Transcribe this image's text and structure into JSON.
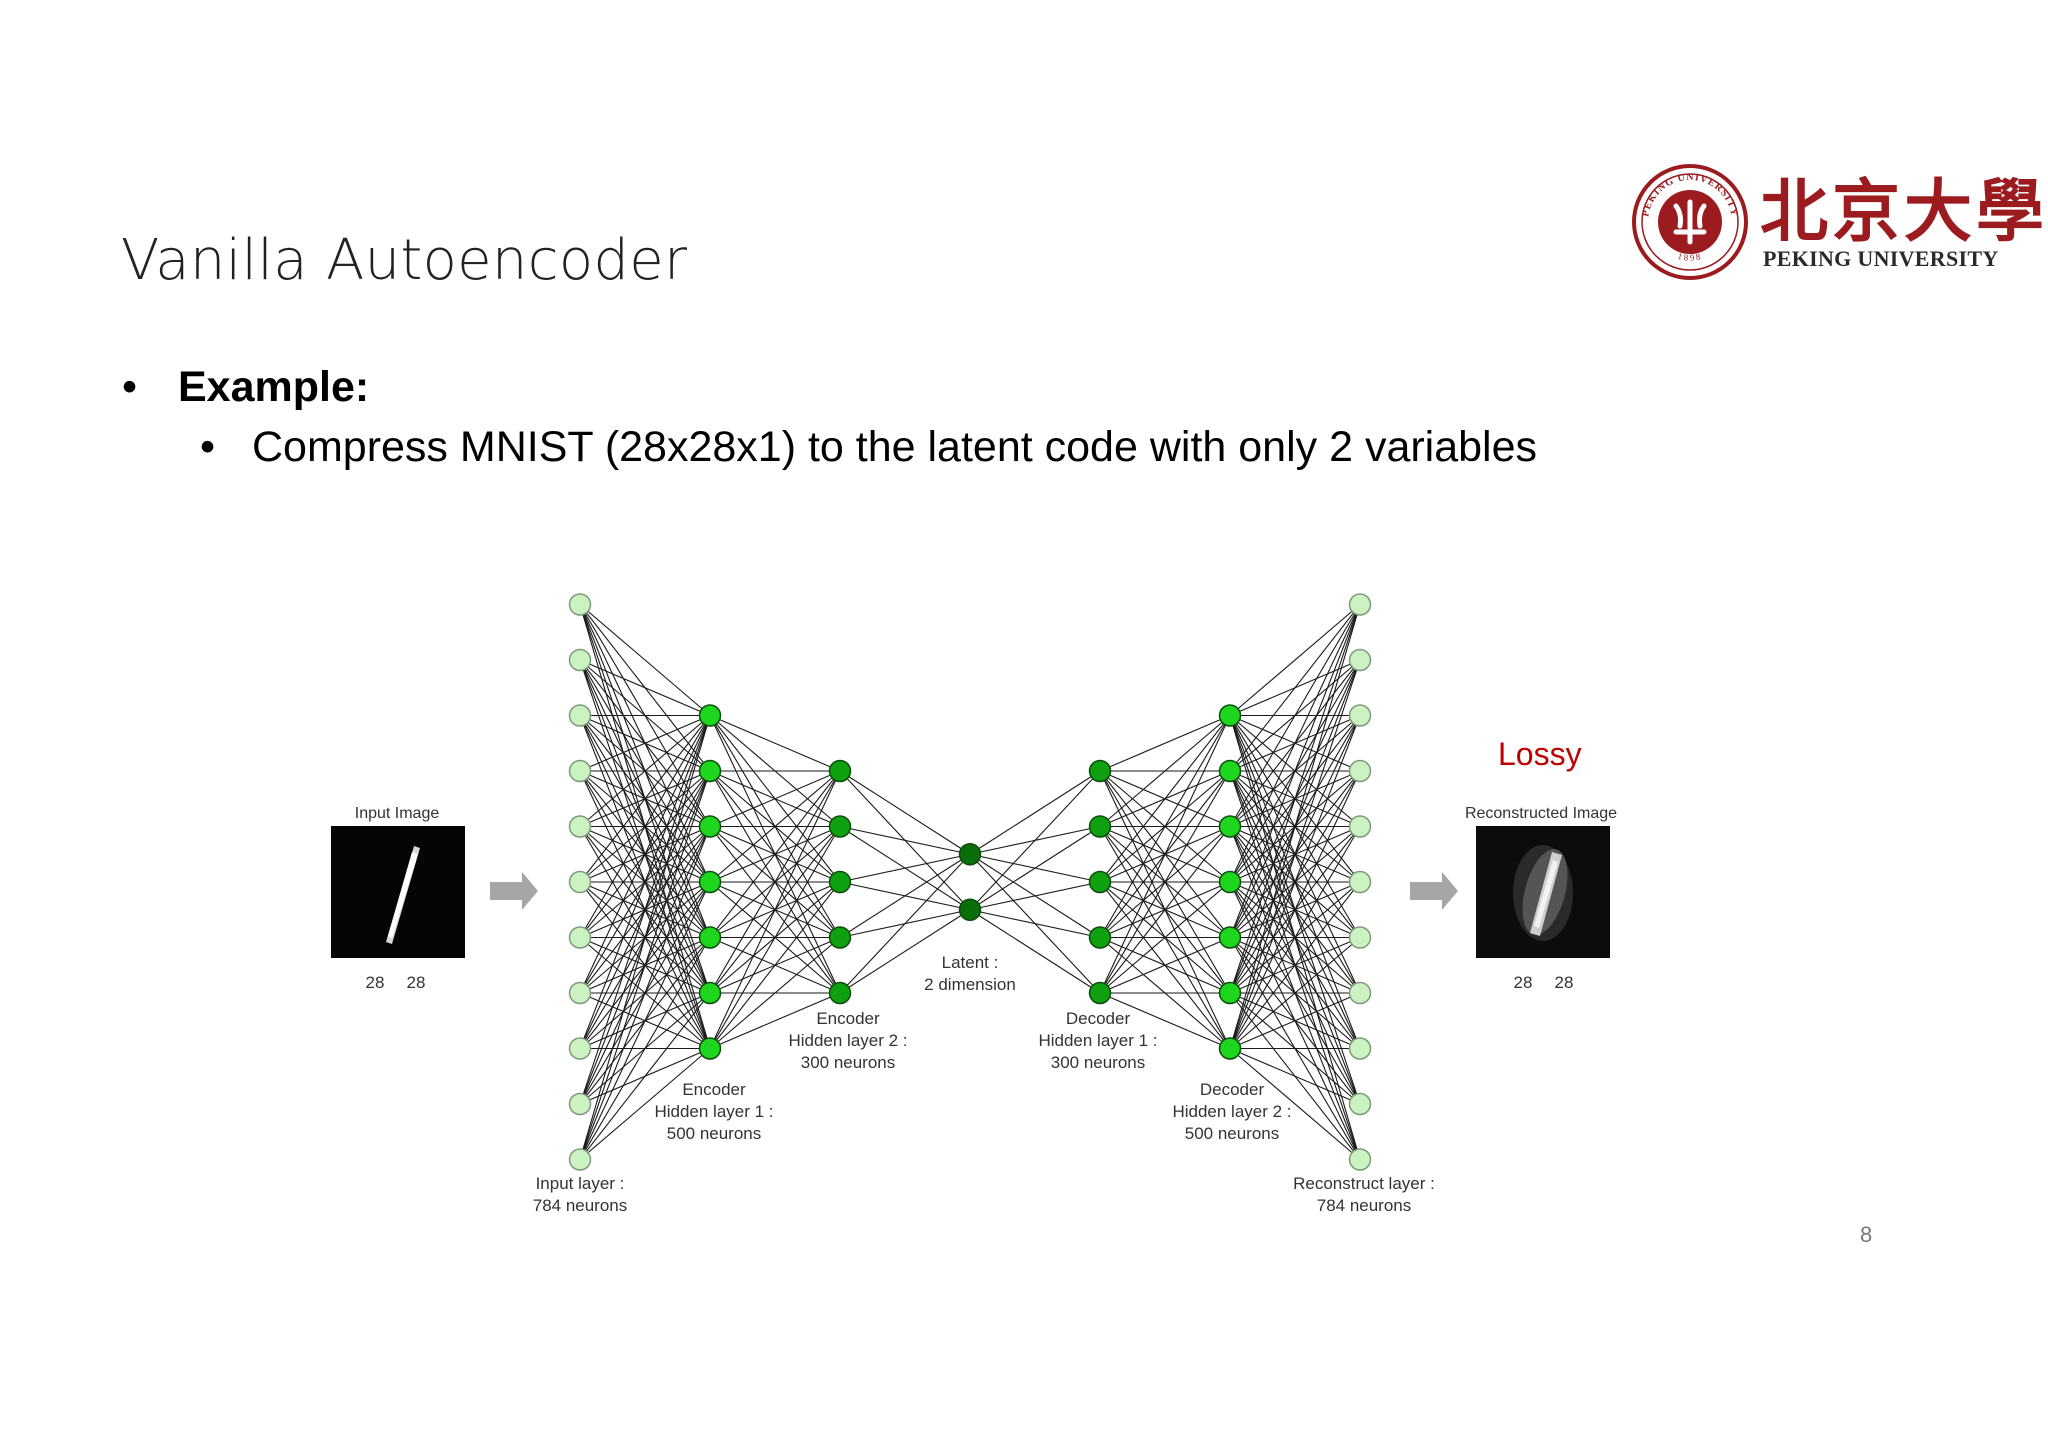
{
  "slide": {
    "title": "Vanilla Autoencoder",
    "bullet_main": "Example:",
    "bullet_sub": "Compress MNIST (28x28x1) to the latent code with only 2 variables",
    "bullet_glyph": "•",
    "page_number": "8"
  },
  "logo": {
    "chinese_name": "北京大學",
    "english_name": "PEKING UNIVERSITY",
    "seal_text": "PEKING UNIVERSITY",
    "seal_year": "1898",
    "brand_color": "#9b1b1e"
  },
  "diagram": {
    "input_image": {
      "title": "Input Image",
      "dim_a": "28",
      "dim_b": "28"
    },
    "output_image": {
      "title": "Reconstructed Image",
      "dim_a": "28",
      "dim_b": "28",
      "note": "Lossy"
    },
    "layers": [
      {
        "id": "input",
        "lines": [
          "Input layer :",
          "784 neurons"
        ],
        "nodes": 11,
        "color": "#ccf2c2"
      },
      {
        "id": "enc1",
        "lines": [
          "Encoder",
          "Hidden layer 1 :",
          "500 neurons"
        ],
        "nodes": 7,
        "color": "#1ed61e"
      },
      {
        "id": "enc2",
        "lines": [
          "Encoder",
          "Hidden layer 2 :",
          "300 neurons"
        ],
        "nodes": 5,
        "color": "#0fa00f"
      },
      {
        "id": "latent",
        "lines": [
          "Latent :",
          "2 dimension"
        ],
        "nodes": 2,
        "color": "#0a6e0a"
      },
      {
        "id": "dec1",
        "lines": [
          "Decoder",
          "Hidden layer 1 :",
          "300 neurons"
        ],
        "nodes": 5,
        "color": "#0fa00f"
      },
      {
        "id": "dec2",
        "lines": [
          "Decoder",
          "Hidden layer 2 :",
          "500 neurons"
        ],
        "nodes": 7,
        "color": "#1ed61e"
      },
      {
        "id": "output",
        "lines": [
          "Reconstruct layer :",
          "784 neurons"
        ],
        "nodes": 11,
        "color": "#ccf2c2"
      }
    ],
    "arrow_color": "#a6a6a6",
    "lossy_color": "#c00000"
  }
}
